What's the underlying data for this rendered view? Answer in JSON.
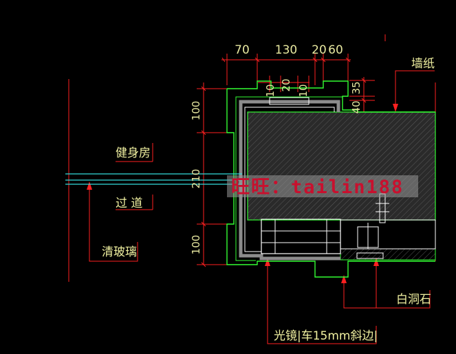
{
  "dims_top": {
    "d1": "70",
    "d2": "130",
    "d3": "20",
    "d4": "60"
  },
  "dims_small": {
    "a": "10",
    "b": "20",
    "c": "10",
    "d": "35",
    "e": "40"
  },
  "dims_left": {
    "top": "100",
    "middle": "210",
    "bottom": "100"
  },
  "labels": {
    "wallpaper": "墙纸",
    "gym": "健身房",
    "corridor": "过  道",
    "clear_glass": "清玻璃",
    "white_marble": "白洞石",
    "mirror": "光镜|车15mm斜边|"
  },
  "watermark": "旺旺：tailin188",
  "colors": {
    "green": "#33ff33",
    "red": "#ff2020",
    "yellow": "#e8e8a0",
    "cyan": "#33dddd",
    "hatch": "#3a3a3a"
  }
}
